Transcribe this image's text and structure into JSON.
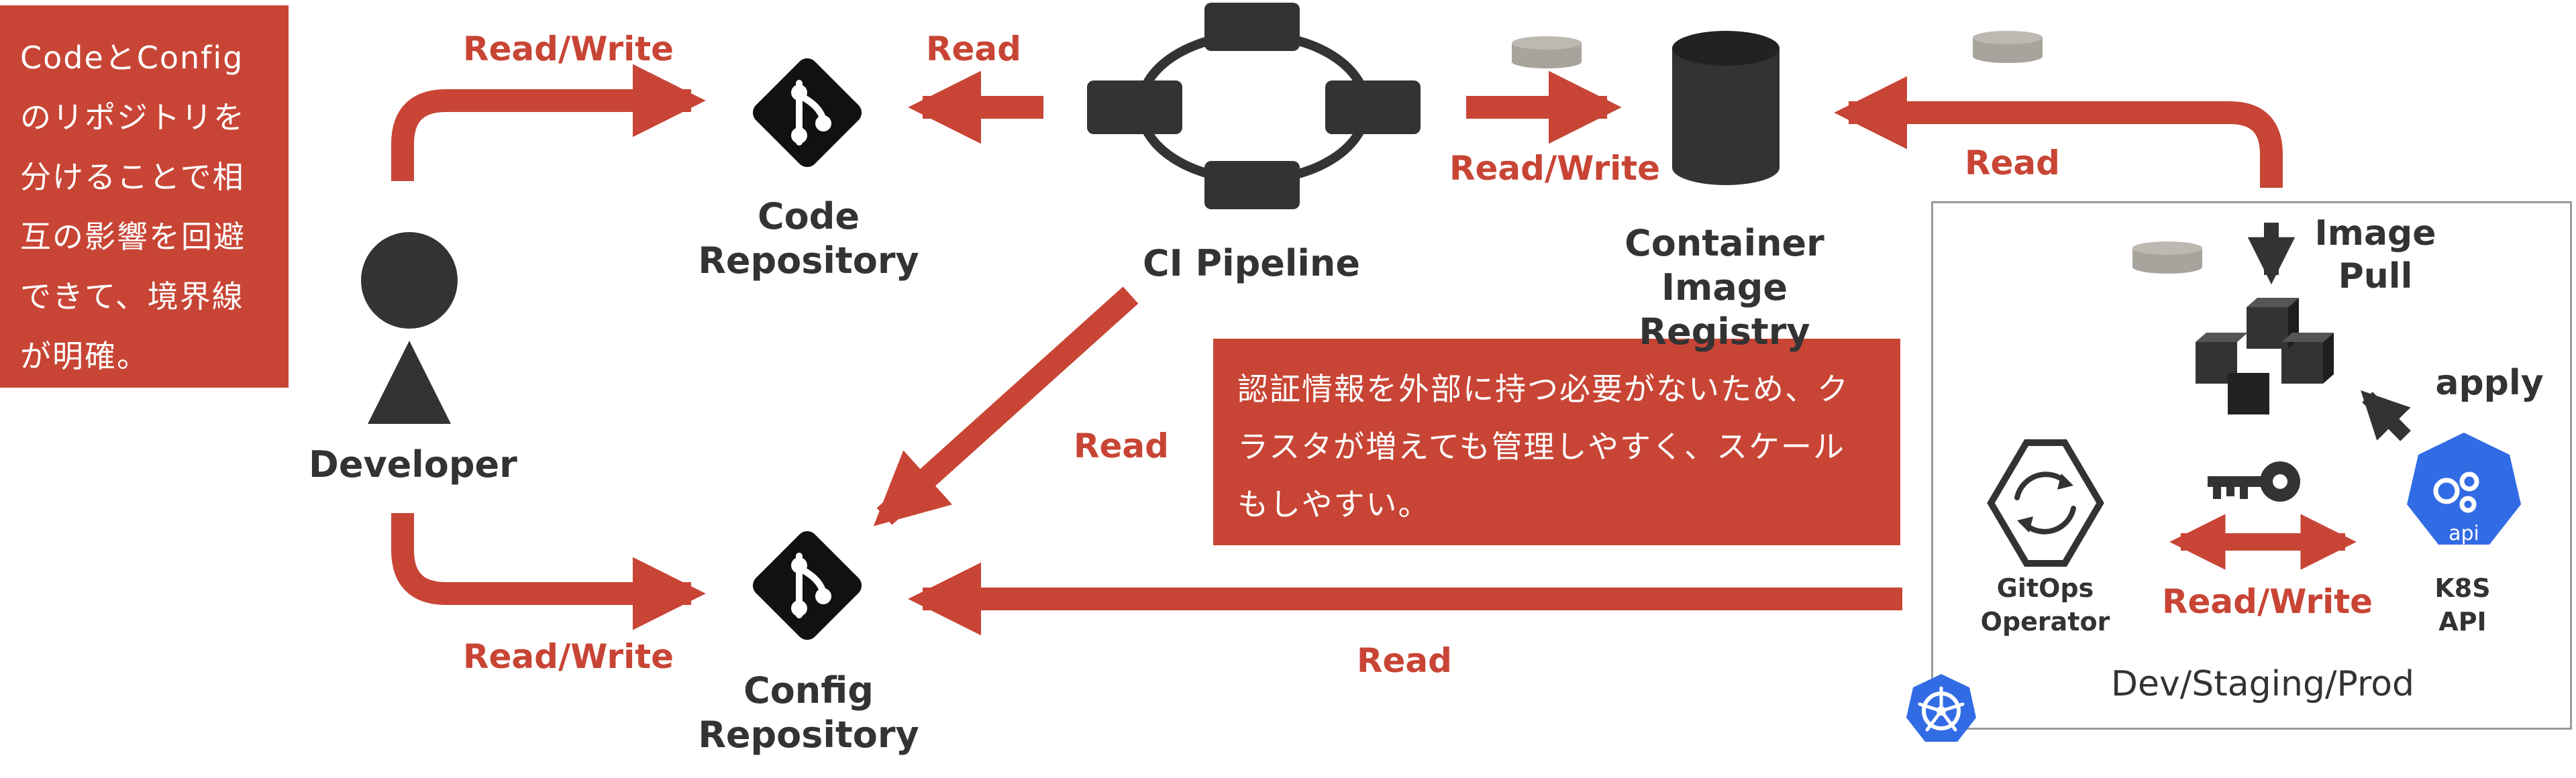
{
  "callouts": {
    "left_lines": [
      "CodeとConfig",
      "のリポジトリを",
      "分けることで相",
      "互の影響を回避",
      "できて、境界線",
      "が明確。"
    ],
    "middle_lines": [
      "認証情報を外部に持つ必要がないため、ク",
      "ラスタが増えても管理しやすく、スケール",
      "もしやすい。"
    ]
  },
  "nodes": {
    "developer": "Developer",
    "code_repository": [
      "Code",
      "Repository"
    ],
    "config_repository": [
      "Config",
      "Repository"
    ],
    "ci_pipeline": "CI Pipeline",
    "container_registry": [
      "Container Image",
      "Registry"
    ],
    "image_pull": [
      "Image",
      "Pull"
    ],
    "apply": "apply",
    "gitops_operator": [
      "GitOps",
      "Operator"
    ],
    "k8s_api": [
      "K8S",
      "API"
    ],
    "k8s_api_badge": "api",
    "cluster": "Dev/Staging/Prod"
  },
  "edges": {
    "dev_to_code": "Read/Write",
    "ci_to_code": "Read",
    "ci_to_registry": "Read/Write",
    "cluster_to_registry": "Read",
    "ci_to_config": "Read",
    "dev_to_config": "Read/Write",
    "cluster_to_config": "Read",
    "operator_to_api": "Read/Write"
  },
  "colors": {
    "accent": "#c84535",
    "dark": "#333333",
    "k8s_blue": "#326ce5",
    "cylinder_gray": "#a8a39c"
  }
}
